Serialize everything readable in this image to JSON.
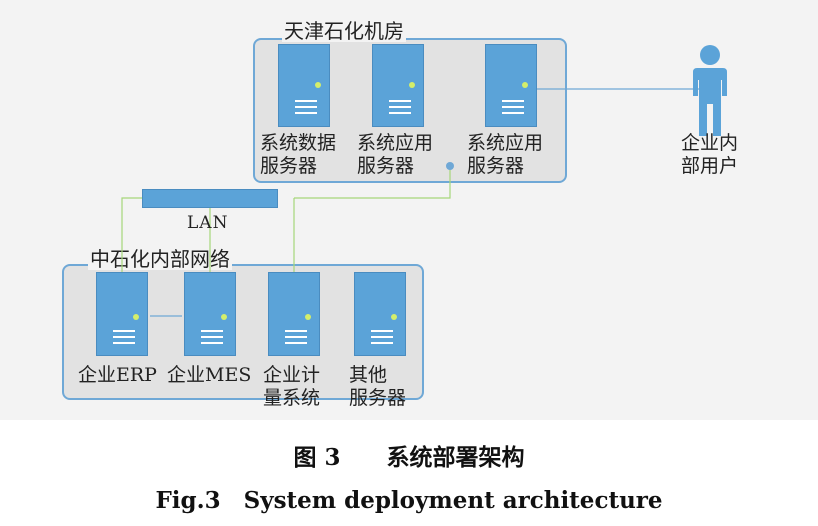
{
  "zones": {
    "tianjin": {
      "title": "天津石化机房"
    },
    "sinopec": {
      "title": "中石化内部网络"
    }
  },
  "servers": {
    "data_server": {
      "line1": "系统数据",
      "line2": "服务器"
    },
    "app_server_1": {
      "line1": "系统应用",
      "line2": "服务器"
    },
    "app_server_2": {
      "line1": "系统应用",
      "line2": "服务器"
    },
    "erp": {
      "line1": "企业ERP"
    },
    "mes": {
      "line1": "企业MES"
    },
    "metering": {
      "line1": "企业计",
      "line2": "量系统"
    },
    "other": {
      "line1": "其他",
      "line2": "服务器"
    }
  },
  "lan": {
    "label": "LAN"
  },
  "user": {
    "line1": "企业内",
    "line2": "部用户"
  },
  "caption": {
    "cn": "图 3　　系统部署架构",
    "en": "Fig.3　System deployment architecture"
  },
  "colors": {
    "server_blue": "#5ba3d8",
    "zone_border": "#6fa8d6",
    "zone_fill": "#e2e2e2",
    "link_green": "#a6d67a",
    "link_blue": "#6fa8d6",
    "led": "#d4ee6a"
  }
}
